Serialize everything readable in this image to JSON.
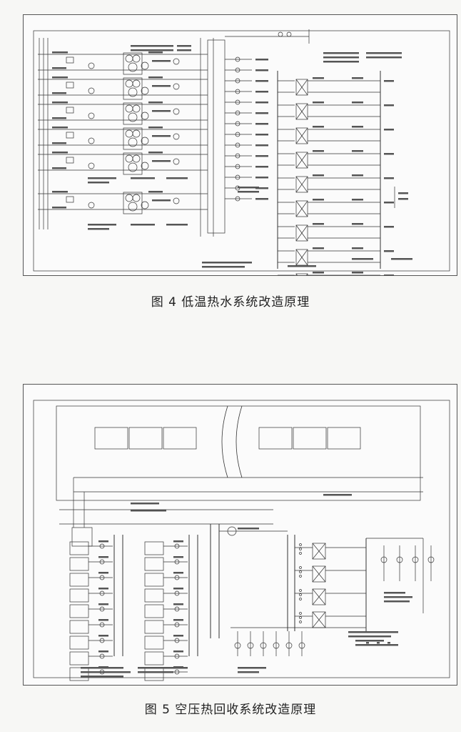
{
  "figures": [
    {
      "number": "图 4",
      "caption": "图 4 低温热水系统改造原理"
    },
    {
      "number": "图 5",
      "caption": "图 5 空压热回收系统改造原理"
    }
  ]
}
